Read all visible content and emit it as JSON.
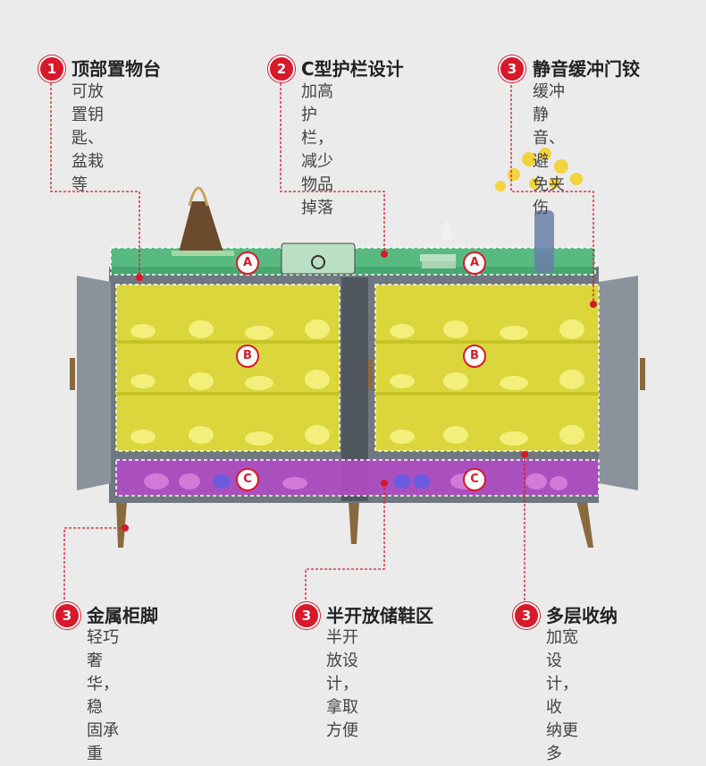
{
  "callouts": {
    "top_left": {
      "num": "1",
      "title": "顶部置物台",
      "desc": "可放置钥匙、\n盆栽等"
    },
    "top_mid": {
      "num": "2",
      "title": "C型护栏设计",
      "desc": "加高护栏，减少\n物品掉落"
    },
    "top_right": {
      "num": "3",
      "title": "静音缓冲门铰",
      "desc": "缓冲静音、避\n免夹伤"
    },
    "bot_left": {
      "num": "3",
      "title": "金属柜脚",
      "desc": "轻巧奢华，稳\n固承重"
    },
    "bot_mid": {
      "num": "3",
      "title": "半开放储鞋区",
      "desc": "半开放设计，\n拿取方便"
    },
    "bot_right": {
      "num": "3",
      "title": "多层收纳",
      "desc": "加宽设计，收\n纳更多"
    }
  },
  "zones": {
    "a": "A",
    "b": "B",
    "c": "C"
  },
  "colors": {
    "accent": "#d7192a",
    "zone_a": "#2f9e62",
    "zone_b": "#d9d72a",
    "zone_c": "#a53bb5"
  },
  "icons": [
    "handbag-icon",
    "speaker-icon",
    "flower-vase-icon",
    "book-stack-icon",
    "shoe-icon"
  ]
}
